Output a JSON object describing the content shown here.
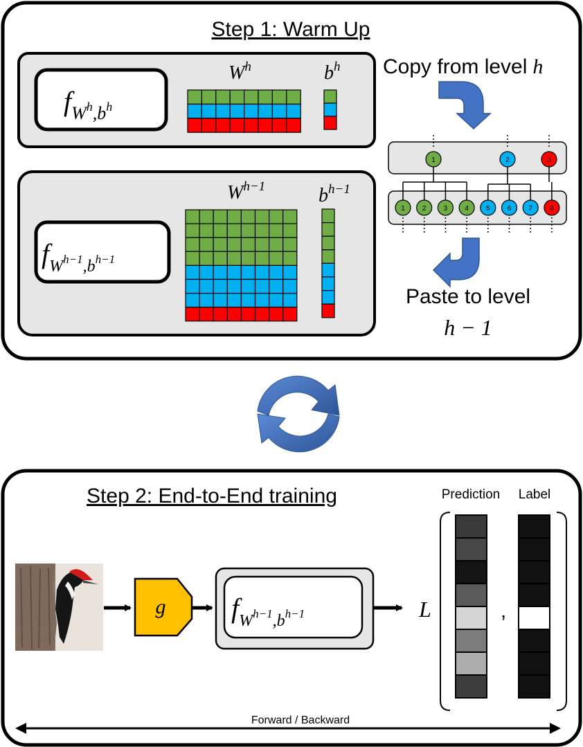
{
  "step1": {
    "title": "Step 1: Warm Up",
    "level_h": {
      "func": "f",
      "func_sub": "W",
      "func_sub_sup": "h",
      "func_sub2": ",b",
      "func_sub2_sup": "h",
      "w_label": "W",
      "w_sup": "h",
      "b_label": "b",
      "b_sup": "h",
      "matrix_rows": [
        "green",
        "blue",
        "red"
      ]
    },
    "level_h_minus_1": {
      "func": "f",
      "func_sub": "W",
      "func_sub_sup": "h−1",
      "func_sub2": ",b",
      "func_sub2_sup": "h−1",
      "w_label": "W",
      "w_sup": "h−1",
      "b_label": "b",
      "b_sup": "h−1",
      "matrix_rows": [
        "green",
        "green",
        "green",
        "green",
        "blue",
        "blue",
        "blue",
        "red"
      ]
    },
    "copy_text": "Copy from level",
    "copy_var": "h",
    "paste_text": "Paste to level",
    "paste_var": "h − 1",
    "tree": {
      "parents": [
        {
          "label": "1",
          "color": "green"
        },
        {
          "label": "2",
          "color": "blue"
        },
        {
          "label": "3",
          "color": "red"
        }
      ],
      "children": [
        {
          "label": "1",
          "color": "green",
          "parent": 0
        },
        {
          "label": "2",
          "color": "green",
          "parent": 0
        },
        {
          "label": "3",
          "color": "green",
          "parent": 0
        },
        {
          "label": "4",
          "color": "green",
          "parent": 0
        },
        {
          "label": "5",
          "color": "blue",
          "parent": 1
        },
        {
          "label": "6",
          "color": "blue",
          "parent": 1
        },
        {
          "label": "7",
          "color": "blue",
          "parent": 1
        },
        {
          "label": "8",
          "color": "red",
          "parent": 2
        }
      ]
    }
  },
  "step2": {
    "title": "Step 2: End-to-End training",
    "g_label": "g",
    "func": "f",
    "func_sub": "W",
    "func_sub_sup": "h−1",
    "func_sub2": ",b",
    "func_sub2_sup": "h−1",
    "loss_label": "L",
    "comma": ",",
    "prediction_label": "Prediction",
    "label_label": "Label",
    "prediction_shades": [
      "#3a3a3a",
      "#474747",
      "#141414",
      "#5a5a5a",
      "#d6d6d6",
      "#7c7c7c",
      "#adadad",
      "#3d3d3d"
    ],
    "label_shades": [
      "#111111",
      "#111111",
      "#111111",
      "#111111",
      "#ffffff",
      "#111111",
      "#111111",
      "#111111"
    ],
    "forward_backward": "Forward / Backward",
    "image_subject": "woodpecker-photo"
  },
  "colors": {
    "green": "#70ad47",
    "blue": "#00b0f0",
    "red": "#ff0000",
    "panel_gray": "#e6e6e6",
    "arrow_blue": "#4472c4",
    "g_yellow": "#ffc000"
  }
}
